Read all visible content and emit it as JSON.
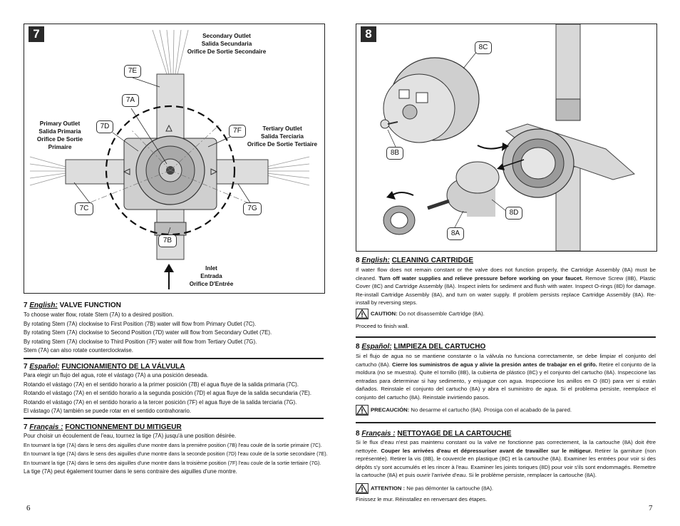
{
  "figure7": {
    "number": "7",
    "callouts": {
      "7A": "7A",
      "7B": "7B",
      "7C": "7C",
      "7D": "7D",
      "7E": "7E",
      "7F": "7F",
      "7G": "7G"
    },
    "secondary_outlet": "Secondary Outlet\nSalida Secundaria\nOrifice De Sortie Secondaire",
    "primary_outlet": "Primary Outlet\nSalida Primaria\nOrifice De Sortie\nPrimaire",
    "tertiary_outlet": "Tertiary Outlet\nSalida Terciaria\nOrifice De Sortie Tertiaire",
    "inlet": "Inlet\nEntrada\nOrifice D'Entrée"
  },
  "figure8": {
    "number": "8",
    "callouts": {
      "8A": "8A",
      "8B": "8B",
      "8C": "8C",
      "8D": "8D"
    }
  },
  "left": {
    "english": {
      "num": "7",
      "lang": "English:",
      "title": "VALVE FUNCTION",
      "lines": [
        "To choose water flow, rotate Stem (7A) to a desired position.",
        "By rotating Stem (7A) clockwise to First Position (7B) water will flow from Primary Outlet (7C).",
        "By rotating Stem (7A) clockwise to Second Position (7D) water will flow from Secondary Outlet (7E).",
        "By rotating Stem (7A) clockwise to Third Position (7F) water will flow from Tertiary Outlet (7G).",
        "Stem (7A) can also rotate counterclockwise."
      ]
    },
    "espanol": {
      "num": "7",
      "lang": "Español:",
      "title": "FUNCIONAMIENTO DE LA VÁLVULA",
      "lines": [
        "Para elegir un flujo del agua, rote el vástago (7A) a una posición deseada.",
        "Rotando el vástago (7A) en el sentido horario a la primer posición (7B) el agua fluye de la salida primaria (7C).",
        "Rotando el vástago (7A) en el sentido horario a la segunda posición (7D) el agua fluye de la salida secundaria (7E).",
        "Rotando el vástago (7A) en el sentido horario a la tercer posición (7F) el agua fluye de la salida terciaria (7G).",
        "El vástago (7A) también se puede rotar en el sentido contrahorario."
      ]
    },
    "francais": {
      "num": "7",
      "lang": "Français :",
      "title": "FONCTIONNEMENT DU MITIGEUR",
      "lines": [
        "Pour choisir un écoulement de l'eau, tournez la tige (7A) jusqu'à une position désirée.",
        "En tournant la tige (7A) dans le sens des aiguilles d'une montre dans la première position (7B) l'eau coule de la sortie primaire (7C).",
        "En tournant la tige (7A) dans le sens des aiguilles d'une montre dans la seconde position (7D) l'eau coule de la sortie secondaire (7E).",
        "En tournant la tige (7A) dans le sens des aiguilles d'une montre dans la troisième position (7F) l'eau coule de la sortie tertiaire (7G).",
        "La tige (7A) peut également tourner dans le sens contraire des aiguilles d'une montre."
      ]
    },
    "page_number": "6"
  },
  "right": {
    "english": {
      "num": "8",
      "lang": "English:",
      "title": "CLEANING CARTRIDGE",
      "p1": "If water flow does not remain constant or the valve does not function properly, the Cartridge Assembly (8A) must be cleaned.",
      "p1_bold": "Turn off water supplies and relieve pressure before working on your faucet.",
      "p1_rest": " Remove Screw (8B), Plastic Cover (8C) and Cartridge Assembly (8A). Inspect inlets for sediment and flush with water. Inspect O-rings (8D) for damage. Re-install Cartridge Assembly (8A), and turn on water supply. If problem persists replace Cartridge Assembly (8A). Re-install by reversing steps.",
      "caution_label": "CAUTION:",
      "caution_text": " Do not disassemble Cartridge (8A).",
      "after": "Proceed to finish wall."
    },
    "espanol": {
      "num": "8",
      "lang": "Español:",
      "title": "LIMPIEZA DEL CARTUCHO",
      "p1": "Si el flujo de agua no se mantiene constante o la válvula no funciona correctamente, se debe limpiar el conjunto del cartucho (8A).",
      "p1_bold": "Cierre los suministros de agua y alivie la presión antes de trabajar en el grifo.",
      "p1_rest": " Retire el conjunto de la moldura (no se muestra). Quite el tornillo (8B), la cubierta de plástico (8C) y el conjunto del cartucho (8A). Inspeccione las entradas para determinar si hay sedimento, y enjuague con agua. Inspeccione los anillos en O (8D) para ver si están dañados. Reinstale el conjunto del cartucho (8A) y abra el suministro de agua. Si el problema persiste, reemplace el conjunto del cartucho (8A). Reinstale invirtiendo pasos.",
      "caution_label": "PRECAUCIÓN:",
      "caution_text": " No desarme el cartucho (8A). Prosiga con el acabado de la pared."
    },
    "francais": {
      "num": "8",
      "lang": "Français :",
      "title": "NETTOYAGE DE LA CARTOUCHE",
      "p1": "Si le flux d'eau n'est pas maintenu constant ou la valve ne fonctionne pas correctement, la la cartouche (8A) doit être nettoyée.",
      "p1_bold": "Couper les arrivées d'eau et dépressuriser avant de travailler sur le mitigeur.",
      "p1_rest": " Retirer la garniture (non représentée). Retirer la vis (8B), le couvercle en plastique (8C) et la cartouche (8A). Examiner les entrées pour voir si des dépôts s'y sont accumulés et les rincer à l'eau. Examiner les joints toriques (8D) pour voir s'ils sont endommagés. Remettre la cartouche (8A) et puis ouvrir l'arrivée d'eau. Si le problème persiste, remplacer la cartouche (8A).",
      "caution_label": "ATTENTION :",
      "caution_text": " Ne pas démonter la cartouche (8A).",
      "after": "Finissez le mur. Réinstallez en renversant des étapes."
    },
    "page_number": "7"
  }
}
